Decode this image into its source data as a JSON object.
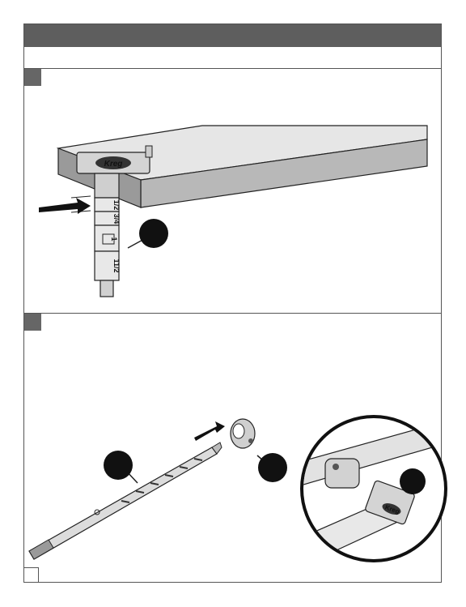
{
  "header": {
    "color": "#5e5e5e"
  },
  "step_badge_color": "#666666",
  "step1": {
    "gauge_labels": [
      "1/2",
      "3/4",
      "1",
      "11/2"
    ],
    "logo_text": "Kreg",
    "callout_fill": "#111111"
  },
  "step2": {
    "logo_text": "Kreg",
    "callout_fill": "#111111"
  }
}
